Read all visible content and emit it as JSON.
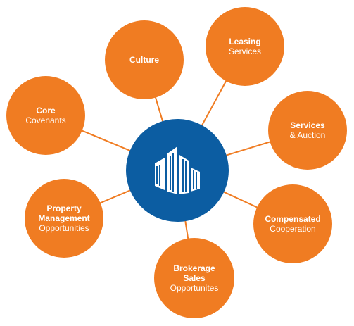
{
  "colors": {
    "node_fill": "#f07c22",
    "hub_fill": "#0c5da2",
    "connector": "#f07c22",
    "text": "#ffffff"
  },
  "hub": {
    "icon": "building-logo-icon"
  },
  "nodes": {
    "culture": {
      "lines": [
        "Culture"
      ]
    },
    "leasing": {
      "lines": [
        "Leasing",
        "Services"
      ]
    },
    "core": {
      "lines": [
        "Core",
        "Covenants"
      ]
    },
    "services": {
      "lines": [
        "Services",
        "& Auction"
      ]
    },
    "property": {
      "lines": [
        "Property",
        "Management",
        "Opportunities"
      ]
    },
    "comp": {
      "lines": [
        "Compensated",
        "Cooperation"
      ]
    },
    "brokerage": {
      "lines": [
        "Brokerage",
        "Sales",
        "Opportunites"
      ]
    }
  }
}
